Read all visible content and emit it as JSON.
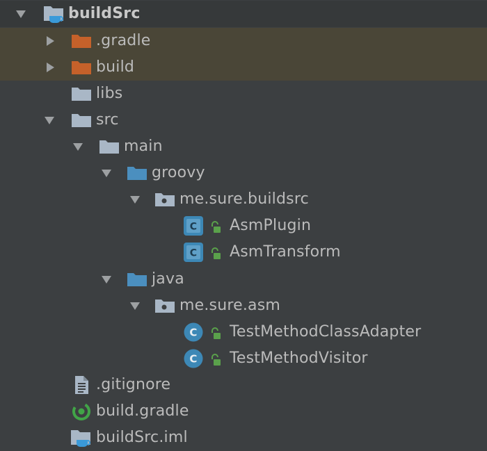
{
  "tree": {
    "root": {
      "label": "buildSrc",
      "expanded": true
    },
    "items": [
      {
        "label": ".gradle",
        "kind": "folder-excluded",
        "expanded": false
      },
      {
        "label": "build",
        "kind": "folder-excluded",
        "expanded": false
      },
      {
        "label": "libs",
        "kind": "folder"
      },
      {
        "label": "src",
        "kind": "folder",
        "expanded": true
      },
      {
        "label": "main",
        "kind": "folder",
        "expanded": true
      },
      {
        "label": "groovy",
        "kind": "source-folder",
        "expanded": true
      },
      {
        "label": "me.sure.buildsrc",
        "kind": "package",
        "expanded": true
      },
      {
        "label": "AsmPlugin",
        "kind": "groovy-class"
      },
      {
        "label": "AsmTransform",
        "kind": "groovy-class"
      },
      {
        "label": "java",
        "kind": "source-folder",
        "expanded": true
      },
      {
        "label": "me.sure.asm",
        "kind": "package",
        "expanded": true
      },
      {
        "label": "TestMethodClassAdapter",
        "kind": "java-class"
      },
      {
        "label": "TestMethodVisitor",
        "kind": "java-class"
      },
      {
        "label": ".gitignore",
        "kind": "text-file"
      },
      {
        "label": "build.gradle",
        "kind": "gradle-file"
      },
      {
        "label": "buildSrc.iml",
        "kind": "module-file"
      }
    ]
  },
  "colors": {
    "background": "#3c3f41",
    "text": "#bbbbbb",
    "folder": "#a9b7c6",
    "excluded_folder": "#c5612a",
    "source_folder": "#4b8fbf",
    "class_badge": "#3d88b6",
    "lock": "#5aa14b",
    "gradle": "#41a447"
  }
}
